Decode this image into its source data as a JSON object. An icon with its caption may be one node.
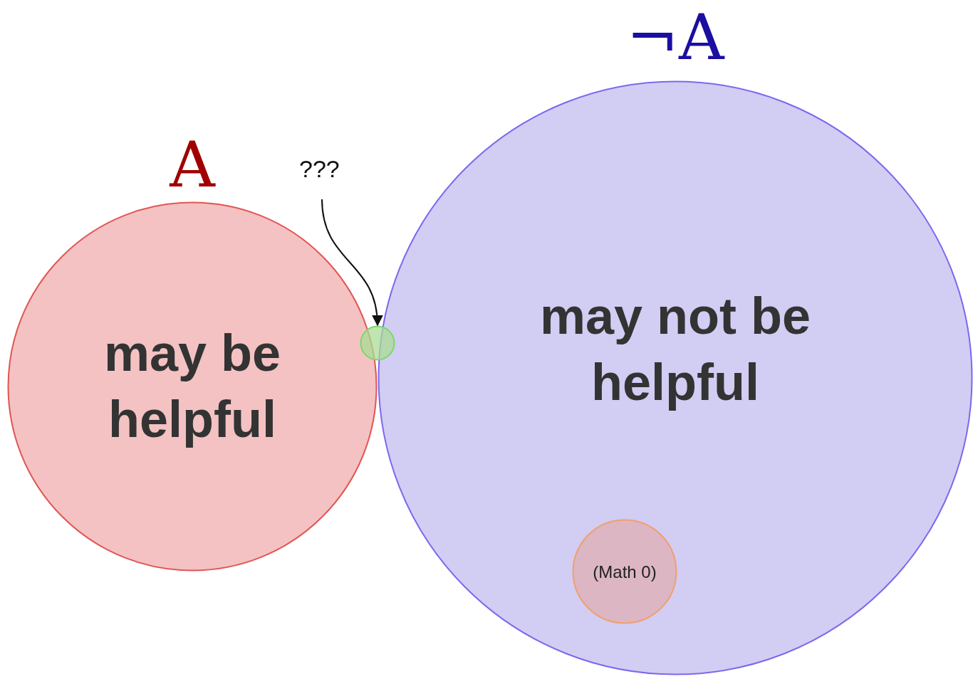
{
  "diagram": {
    "nodes": [
      {
        "text": [
          "A",
          "may be helpful"
        ]
      },
      {
        "text": [
          "¬A",
          "may not be helpful"
        ]
      },
      {
        "text": [],
        "shape": "circle"
      },
      {
        "text": [
          "???"
        ]
      },
      {
        "text": [
          "(Math 0)"
        ],
        "in": 1
      }
    ],
    "edges": [
      {
        "from": 3,
        "to": 2,
        "arrow": "to"
      }
    ]
  }
}
